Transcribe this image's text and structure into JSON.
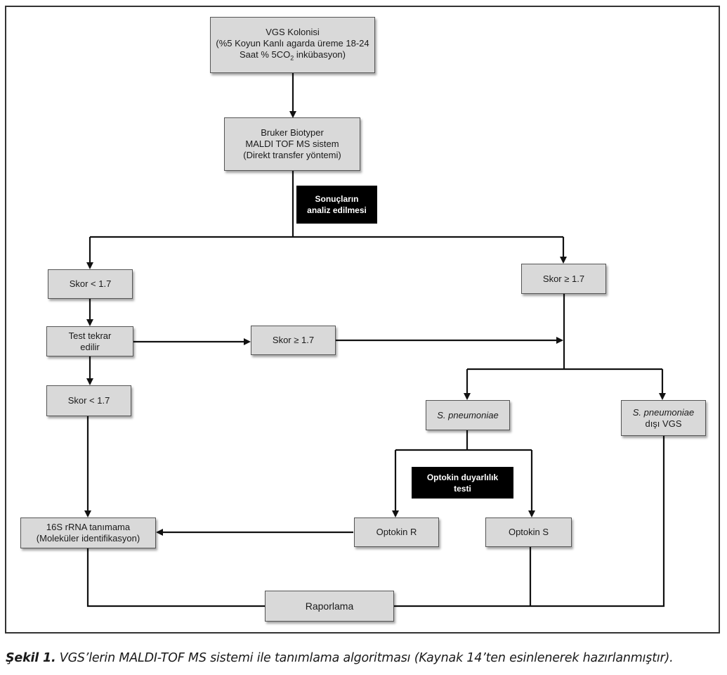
{
  "nodes": {
    "colony": {
      "line1": "VGS Kolonisi",
      "line2": "(%5 Koyun Kanlı agarda üreme 18-24",
      "line3_pre": "Saat % 5CO",
      "line3_sub": "2",
      "line3_post": " inkübasyon)"
    },
    "maldi": {
      "line1": "Bruker Biotyper",
      "line2": "MALDI TOF MS sistem",
      "line3": "(Direkt transfer yöntemi)"
    },
    "analysis": {
      "line1": "Sonuçların",
      "line2": "analiz edilmesi"
    },
    "score_low_1": {
      "label": "Skor < 1.7"
    },
    "score_high_1": {
      "label": "Skor ≥ 1.7"
    },
    "retest": {
      "line1": "Test tekrar",
      "line2": "edilir"
    },
    "score_high_2": {
      "label": "Skor ≥ 1.7"
    },
    "score_low_2": {
      "label": "Skor < 1.7"
    },
    "s_pneumoniae": {
      "label": "S. pneumoniae"
    },
    "non_pneumoniae": {
      "line1": "S. pneumoniae",
      "line2": "dışı VGS"
    },
    "optochin_test": {
      "line1": "Optokin duyarlılık",
      "line2": "testi"
    },
    "rrna": {
      "line1": "16S rRNA tanımama",
      "line2": "(Moleküler identifikasyon)"
    },
    "optokin_r": {
      "label": "Optokin R"
    },
    "optokin_s": {
      "label": "Optokin S"
    },
    "report": {
      "label": "Raporlama"
    }
  },
  "caption": {
    "label": "Şekil 1.",
    "text": " VGS’lerin MALDI-TOF MS sistemi ile tanımlama algoritması (Kaynak 14’ten esinlenerek hazırlanmıştır)."
  }
}
